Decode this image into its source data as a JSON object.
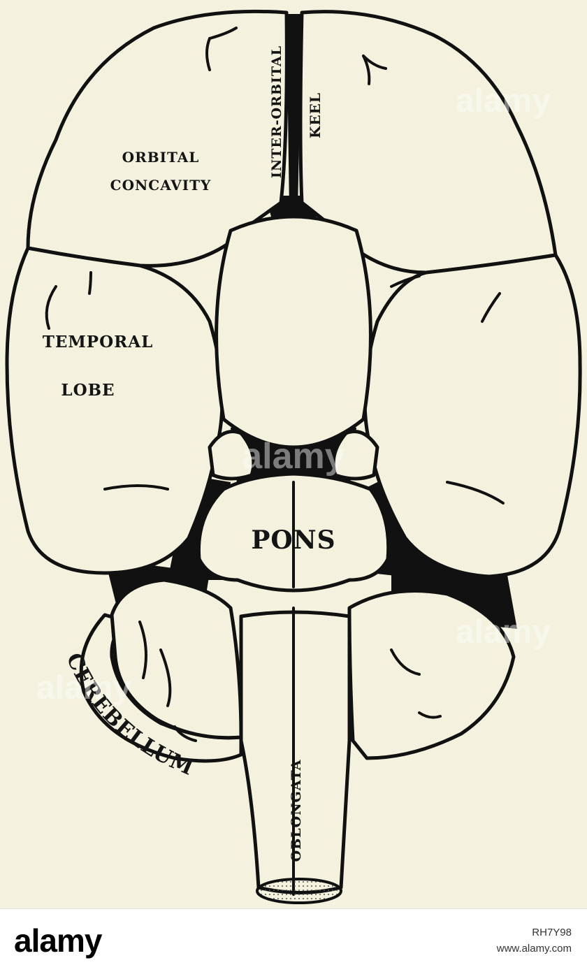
{
  "figure": {
    "labels": {
      "orbital_line1": "ORBITAL",
      "orbital_line2": "CONCAVITY",
      "inter_orbital": "INTER-ORBITAL",
      "keel": "KEEL",
      "temporal_line1": "TEMPORAL",
      "temporal_line2": "LOBE",
      "pons": "PONS",
      "cerebellum": "CEREBELLUM",
      "oblongata": "OBLONGATA"
    },
    "watermark_text": "alamy",
    "colors": {
      "background": "#f4f1de",
      "ink": "#111111"
    }
  },
  "footer": {
    "logo_text": "alamy",
    "image_id": "RH7Y98",
    "site": "www.alamy.com"
  }
}
